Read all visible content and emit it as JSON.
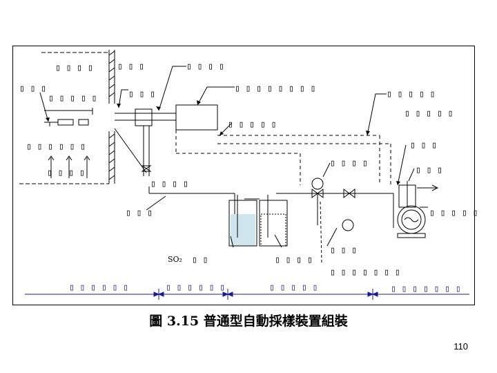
{
  "labels": {
    "l1": "▯ ▯ ▯ ▯",
    "l2": "▯ ▯ ▯",
    "l3": "▯ ▯ ▯ ▯",
    "l4": "▯ ▯ ▯",
    "l5": "▯ ▯ ▯ ▯ ▯",
    "l6": "▯ ▯ ▯",
    "l7": "▯ ▯ ▯ ▯ ▯ ▯ ▯ ▯",
    "l8": "▯ ▯ ▯ ▯ ▯",
    "l9": "▯ ▯ ▯ ▯ ▯",
    "l10": "▯ ▯ ▯ ▯ ▯",
    "l11": "▯ ▯ ▯ ▯ ▯ ▯",
    "l12": "▯ ▯ ▯",
    "l13": "▯ ▯ ▯ ▯",
    "l14": "▯ ▯ ▯ ▯",
    "l15": "▯ ▯ ▯",
    "l16": "▯ ▯ ▯ ▯",
    "l17": "▯ ▯ ▯",
    "l18": "▯ ▯ ▯ ▯ ▯",
    "l19": "▯ ▯",
    "l20": "▯ ▯ ▯ ▯",
    "l21": "▯ ▯ ▯",
    "l22": "▯ ▯ ▯ ▯ ▯ ▯ ▯",
    "so2": "SO₂",
    "s1": "▯ ▯ ▯ ▯ ▯ ▯",
    "s2": "▯ ▯ ▯ ▯ ▯ ▯",
    "s3": "▯ ▯ ▯ ▯ ▯",
    "s4": "▯ ▯ ▯ ▯ ▯ ▯ ▯"
  },
  "caption": "圖 3.15 普通型自動採樣裝置組裝",
  "page_number": "110",
  "colors": {
    "line": "#000000",
    "section_line": "#1a1aa0",
    "liquid": "#cfe6ee"
  }
}
